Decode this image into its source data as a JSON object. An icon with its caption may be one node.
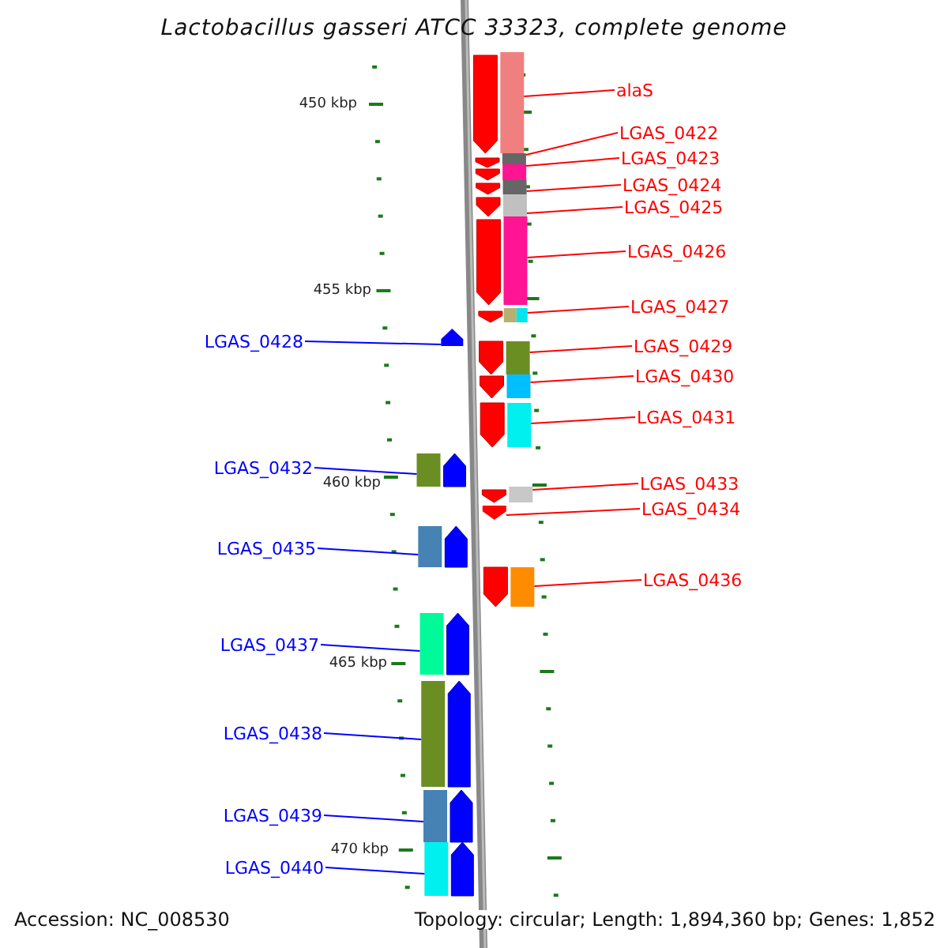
{
  "diagram": {
    "title": "Lactobacillus gasseri ATCC 33323, complete genome",
    "nodes": [
      {
        "text": [
          "alaS"
        ]
      },
      {
        "text": [],
        "shape": "bar"
      },
      {
        "text": [
          "LGAS_0422"
        ]
      },
      {
        "text": [],
        "shape": "bar"
      },
      {
        "text": [
          "LGAS_0423"
        ]
      },
      {
        "text": [],
        "shape": "bar"
      },
      {
        "text": [
          "LGAS_0424"
        ]
      },
      {
        "text": [],
        "shape": "bar"
      },
      {
        "text": [
          "LGAS_0425"
        ]
      },
      {
        "text": [],
        "shape": "bar"
      },
      {
        "text": [
          "LGAS_0426"
        ]
      },
      {
        "text": [],
        "shape": "bar"
      },
      {
        "text": [
          "LGAS_0427"
        ]
      },
      {
        "text": [],
        "shape": "bar"
      },
      {
        "text": [
          "LGAS_0428"
        ]
      },
      {
        "text": [],
        "shape": "arrow"
      },
      {
        "text": [
          "LGAS_0429"
        ]
      },
      {
        "text": [],
        "shape": "bar"
      },
      {
        "text": [
          "LGAS_0430"
        ]
      },
      {
        "text": [],
        "shape": "bar"
      },
      {
        "text": [
          "LGAS_0431"
        ]
      },
      {
        "text": [],
        "shape": "bar"
      },
      {
        "text": [
          "LGAS_0432"
        ]
      },
      {
        "text": [],
        "shape": "bar"
      },
      {
        "text": [
          "LGAS_0433"
        ]
      },
      {
        "text": [],
        "shape": "bar"
      },
      {
        "text": [
          "LGAS_0434"
        ]
      },
      {
        "text": [],
        "shape": "arrow"
      },
      {
        "text": [
          "LGAS_0435"
        ]
      },
      {
        "text": [],
        "shape": "bar"
      },
      {
        "text": [
          "LGAS_0436"
        ]
      },
      {
        "text": [],
        "shape": "bar"
      },
      {
        "text": [
          "LGAS_0437"
        ]
      },
      {
        "text": [],
        "shape": "bar"
      },
      {
        "text": [
          "LGAS_0438"
        ]
      },
      {
        "text": [],
        "shape": "bar"
      },
      {
        "text": [
          "LGAS_0439"
        ]
      },
      {
        "text": [],
        "shape": "bar"
      },
      {
        "text": [
          "LGAS_0440"
        ]
      },
      {
        "text": [],
        "shape": "bar"
      }
    ],
    "edges": [
      {
        "from": 0,
        "to": 1,
        "arrow": "none"
      },
      {
        "from": 2,
        "to": 3,
        "arrow": "none"
      },
      {
        "from": 4,
        "to": 5,
        "arrow": "none"
      },
      {
        "from": 6,
        "to": 7,
        "arrow": "none"
      },
      {
        "from": 8,
        "to": 9,
        "arrow": "none"
      },
      {
        "from": 10,
        "to": 11,
        "arrow": "none"
      },
      {
        "from": 12,
        "to": 13,
        "arrow": "none"
      },
      {
        "from": 14,
        "to": 15,
        "arrow": "none",
        "color": "#0000ff"
      },
      {
        "from": 16,
        "to": 17,
        "arrow": "none"
      },
      {
        "from": 18,
        "to": 19,
        "arrow": "none"
      },
      {
        "from": 20,
        "to": 21,
        "arrow": "none"
      },
      {
        "from": 22,
        "to": 23,
        "arrow": "none",
        "color": "#0000ff"
      },
      {
        "from": 24,
        "to": 25,
        "arrow": "none"
      },
      {
        "from": 26,
        "to": 27,
        "arrow": "none"
      },
      {
        "from": 28,
        "to": 29,
        "arrow": "none",
        "color": "#0000ff"
      },
      {
        "from": 30,
        "to": 31,
        "arrow": "none"
      },
      {
        "from": 32,
        "to": 33,
        "arrow": "none",
        "color": "#0000ff"
      },
      {
        "from": 34,
        "to": 35,
        "arrow": "none",
        "color": "#0000ff"
      },
      {
        "from": 36,
        "to": 37,
        "arrow": "none",
        "color": "#0000ff"
      },
      {
        "from": 38,
        "to": 39,
        "arrow": "none",
        "color": "#0000ff"
      }
    ],
    "labels": [
      "450 kbp",
      "455 kbp",
      "460 kbp",
      "465 kbp",
      "470 kbp",
      "Accession: NC_008530",
      "Topology: circular; Length: 1,894,360 bp; Genes: 1,852"
    ]
  }
}
